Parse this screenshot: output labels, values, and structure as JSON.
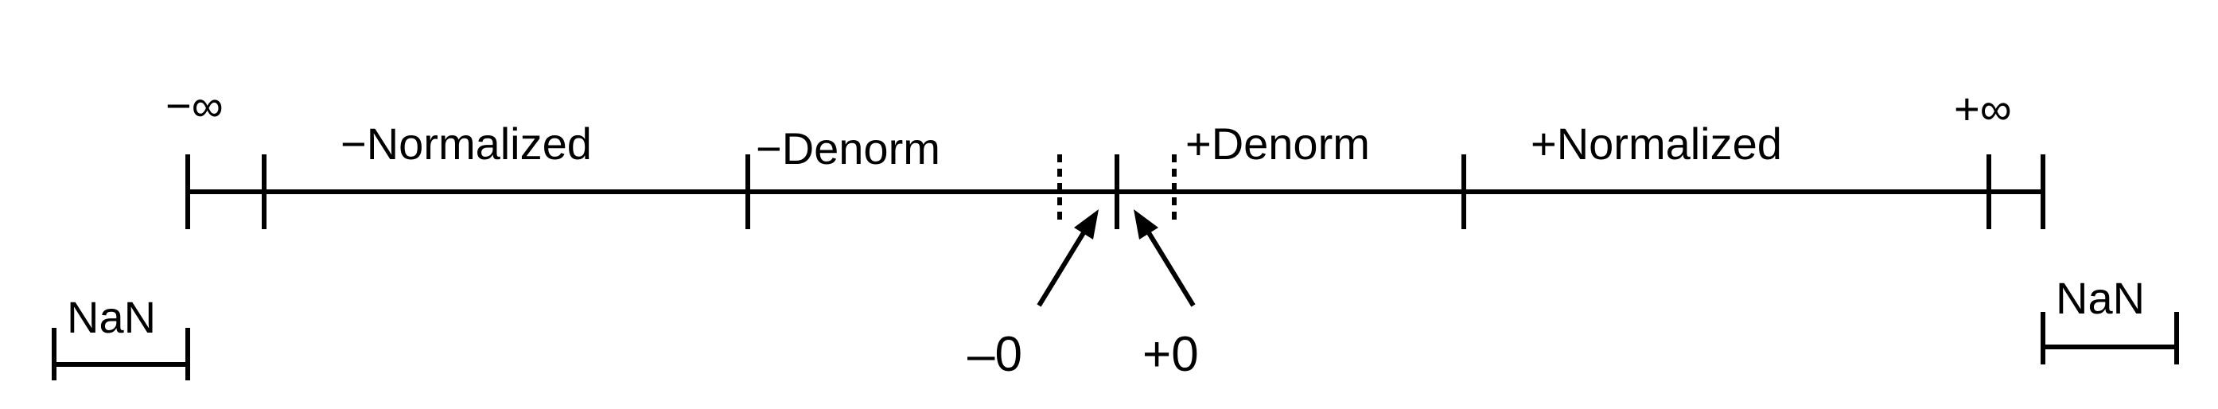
{
  "labels": {
    "neg_infinity": "−∞",
    "neg_normalized": "−Normalized",
    "neg_denorm": "−Denorm",
    "pos_denorm": "+Denorm",
    "pos_normalized": "+Normalized",
    "pos_infinity": "+∞",
    "neg_zero": "–0",
    "pos_zero": "+0",
    "nan_left": "NaN",
    "nan_right": "NaN"
  },
  "colors": {
    "stroke": "#000000",
    "background": "#ffffff"
  }
}
